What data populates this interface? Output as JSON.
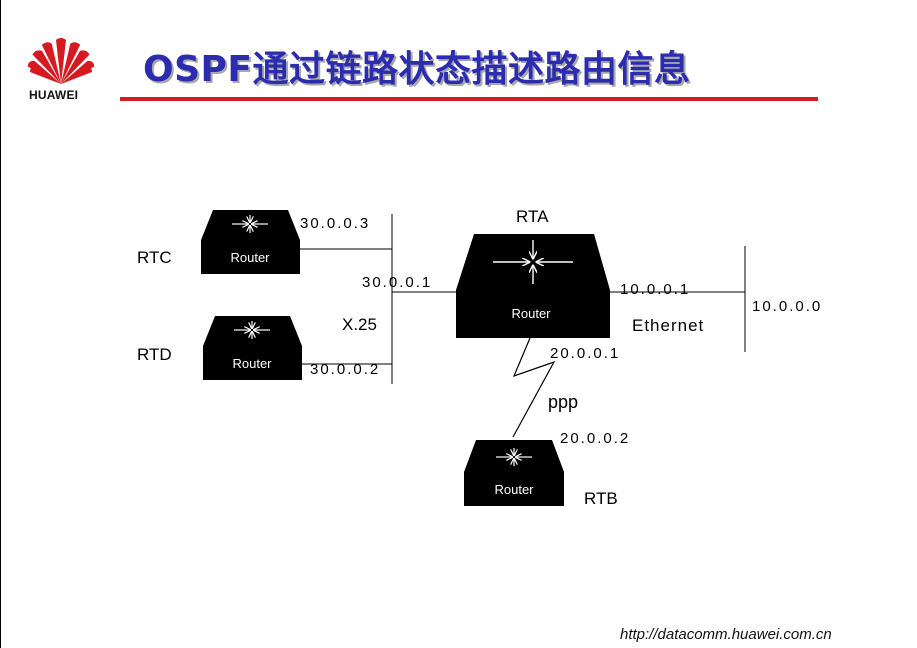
{
  "header": {
    "logo_text": "HUAWEI",
    "title": "OSPF通过链路状态描述路由信息",
    "title_color": "#2c2cae",
    "rule_color": "#d41f1f"
  },
  "diagram": {
    "routers": {
      "rta": {
        "name": "RTA",
        "label": "Router"
      },
      "rtb": {
        "name": "RTB",
        "label": "Router"
      },
      "rtc": {
        "name": "RTC",
        "label": "Router"
      },
      "rtd": {
        "name": "RTD",
        "label": "Router"
      }
    },
    "addresses": {
      "rtc_x25": "30.0.0.3",
      "rta_x25": "30.0.0.1",
      "rtd_x25": "30.0.0.2",
      "rta_eth": "10.0.0.1",
      "eth_net": "10.0.0.0",
      "rta_ppp": "20.0.0.1",
      "rtb_ppp": "20.0.0.2"
    },
    "links": {
      "x25": "X.25",
      "ethernet": "Ethernet",
      "ppp": "ppp"
    }
  },
  "footer": {
    "url": "http://datacomm.huawei.com.cn"
  }
}
